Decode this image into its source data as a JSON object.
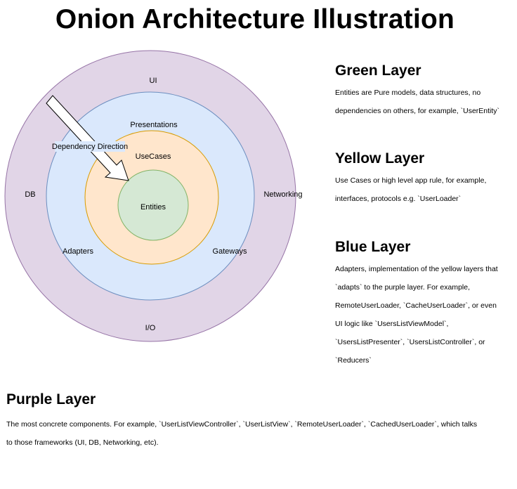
{
  "title": "Onion Architecture Illustration",
  "diagram": {
    "layers": {
      "purple": {
        "color": "#e1d5e7",
        "stroke": "#9673a6"
      },
      "blue": {
        "color": "#dae8fc",
        "stroke": "#6c8ebf"
      },
      "yellow": {
        "color": "#ffe6cc",
        "stroke": "#d79b00"
      },
      "green": {
        "color": "#d5e8d4",
        "stroke": "#82b366"
      }
    },
    "labels": {
      "ui": "UI",
      "db": "DB",
      "networking": "Networking",
      "io": "I/O",
      "presentations": "Presentations",
      "adapters": "Adapters",
      "gateways": "Gateways",
      "usecases": "UseCases",
      "entities": "Entities"
    },
    "arrow_label": "Dependency Direction"
  },
  "sections": {
    "green": {
      "heading": "Green Layer",
      "lines": [
        "Entities are Pure models, data structures, no",
        "dependencies on others, for example, `UserEntity`"
      ]
    },
    "yellow": {
      "heading": "Yellow Layer",
      "lines": [
        "Use Cases or high level app rule, for example,",
        "interfaces, protocols e.g. `UserLoader`"
      ]
    },
    "blue": {
      "heading": "Blue Layer",
      "lines": [
        "Adapters, implementation of the yellow layers that",
        "`adapts` to the purple layer. For example,",
        "RemoteUserLoader, `CacheUserLoader`, or even",
        "UI logic like `UsersListViewModel`,",
        "`UsersListPresenter`, `UsersListController`, or",
        "`Reducers`"
      ]
    },
    "purple": {
      "heading": "Purple Layer",
      "lines": [
        "The most concrete components. For example, `UserListViewController`, `UserListView`, `RemoteUserLoader`, `CachedUserLoader`, which talks",
        "to those frameworks (UI, DB, Networking, etc)."
      ]
    }
  }
}
